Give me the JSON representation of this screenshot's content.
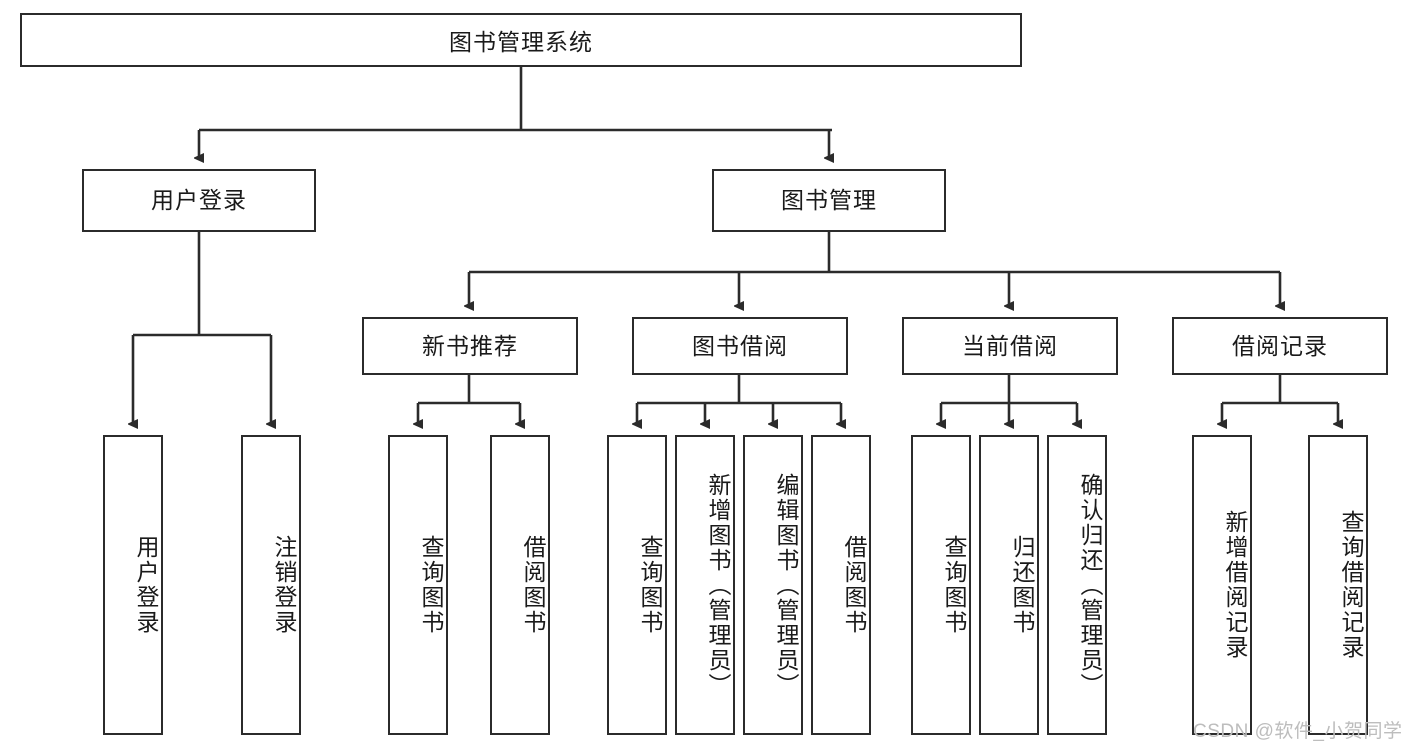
{
  "diagram": {
    "title": "图书管理系统",
    "watermark": "CSDN @软件_小贺同学",
    "colors": {
      "stroke": "#2b2b2b",
      "fill": "#ffffff",
      "text": "#1a1a1a",
      "watermark": "#bdbdbd"
    },
    "root": {
      "label": "图书管理系统"
    },
    "level1": [
      {
        "label": "用户登录"
      },
      {
        "label": "图书管理"
      }
    ],
    "level2": [
      {
        "label": "新书推荐"
      },
      {
        "label": "图书借阅"
      },
      {
        "label": "当前借阅"
      },
      {
        "label": "借阅记录"
      }
    ],
    "leaves": {
      "user_login": [
        {
          "label": "用户登录"
        },
        {
          "label": "注销登录"
        }
      ],
      "new_book_recommend": [
        {
          "label": "查询图书"
        },
        {
          "label": "借阅图书"
        }
      ],
      "book_borrow": [
        {
          "label": "查询图书"
        },
        {
          "label": "新增图书（管理员）"
        },
        {
          "label": "编辑图书（管理员）"
        },
        {
          "label": "借阅图书"
        }
      ],
      "current_borrow": [
        {
          "label": "查询图书"
        },
        {
          "label": "归还图书"
        },
        {
          "label": "确认归还（管理员）"
        }
      ],
      "borrow_record": [
        {
          "label": "新增借阅记录"
        },
        {
          "label": "查询借阅记录"
        }
      ]
    }
  }
}
